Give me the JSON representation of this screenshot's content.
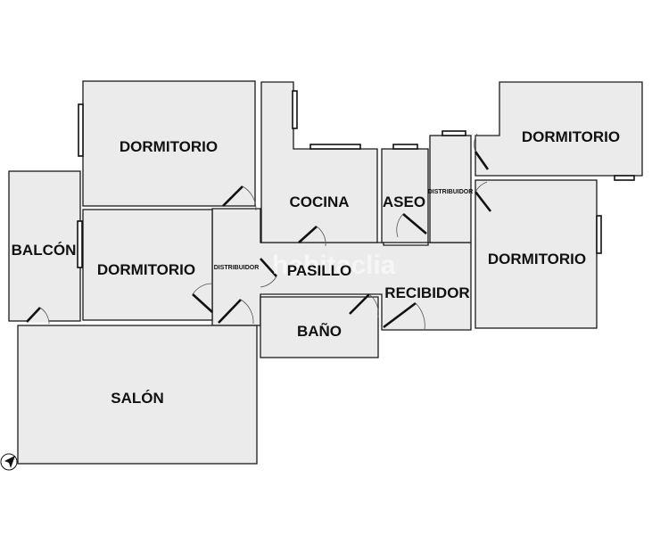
{
  "rooms": {
    "dormitorio_1": "DORMITORIO",
    "dormitorio_2": "DORMITORIO",
    "dormitorio_3": "DORMITORIO",
    "dormitorio_4": "DORMITORIO",
    "balcon": "BALCÓN",
    "salon": "SALÓN",
    "cocina": "COCINA",
    "aseo": "ASEO",
    "pasillo": "PASILLO",
    "bano": "BAÑO",
    "recibidor": "RECIBIDOR",
    "distribuidor_1": "DISTRIBUIDOR",
    "distribuidor_2": "DISTRIBUIDOR"
  },
  "watermark": "habitaclia",
  "icons": {
    "compass": "compass-arrow-icon"
  }
}
